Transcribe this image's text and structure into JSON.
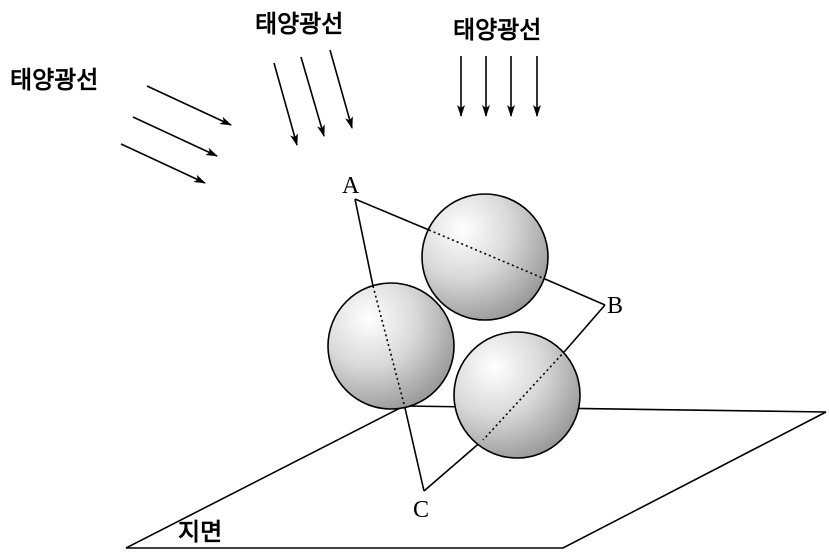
{
  "labels": {
    "sunlight_left": "태양광선",
    "sunlight_mid": "태양광선",
    "sunlight_right": "태양광선",
    "vertex_a": "A",
    "vertex_b": "B",
    "vertex_c": "C",
    "ground": "지면"
  },
  "colors": {
    "line": "#000000",
    "sphere_highlight": "#ffffff",
    "sphere_shadow": "#8c8c8c"
  }
}
